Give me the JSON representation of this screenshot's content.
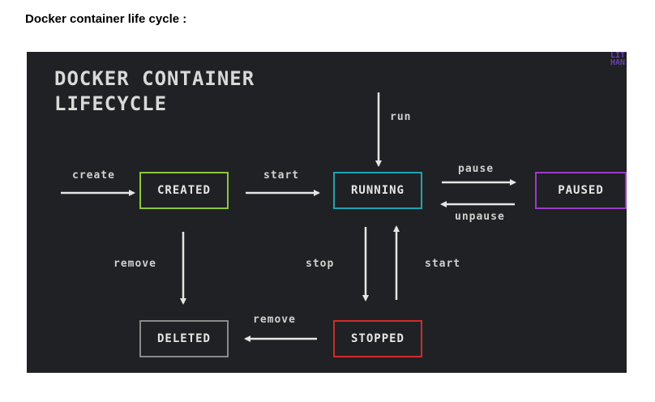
{
  "heading": "Docker container life cycle :",
  "diagram": {
    "title_line1": "DOCKER CONTAINER",
    "title_line2": "LIFECYCLE",
    "logo_line1": "LIT",
    "logo_line2": "HAN",
    "states": {
      "created": {
        "label": "CREATED",
        "color": "#8cc63f"
      },
      "running": {
        "label": "RUNNING",
        "color": "#1fa3b5"
      },
      "paused": {
        "label": "PAUSED",
        "color": "#9b3bc8"
      },
      "stopped": {
        "label": "STOPPED",
        "color": "#d42a2a"
      },
      "deleted": {
        "label": "DELETED",
        "color": "#8a8a8a"
      }
    },
    "transitions": {
      "create": "create",
      "start": "start",
      "run": "run",
      "pause": "pause",
      "unpause": "unpause",
      "remove_created": "remove",
      "stop": "stop",
      "start_stopped": "start",
      "remove_stopped": "remove"
    }
  }
}
